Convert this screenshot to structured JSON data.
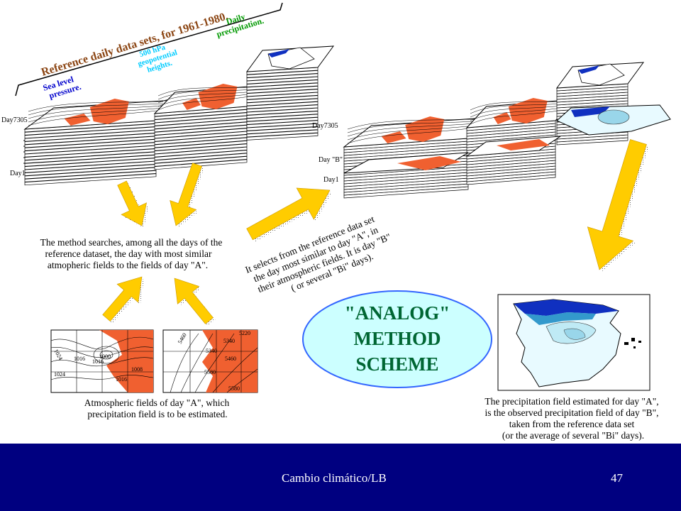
{
  "title_rotated": "Reference daily data sets, for 1961-1980.",
  "set_labels": {
    "slp": [
      "Sea level",
      "pressure."
    ],
    "z500": [
      "500 hPa",
      "geopotential",
      "heights."
    ],
    "precip": [
      "Daily",
      "precipitation."
    ]
  },
  "left_day_labels": {
    "top": "Day7305",
    "bottom": "Day1"
  },
  "right_day_labels": {
    "top": "Day7305",
    "b": "Day \"B\"",
    "bottom": "Day1"
  },
  "search_text": [
    "The method searches, among all the days of the",
    "reference dataset, the day with most similar",
    "atmopheric fields to the fields of day \"A\"."
  ],
  "select_text": [
    "It selects from the reference data set",
    "the day most similar to day \"A\", in",
    "their atmospheric fields. It is day \"B\"",
    "( or several \"Bi\" days)."
  ],
  "fields_caption": [
    "Atmospheric fields of day \"A\", which",
    "precipitation field is to be estimated."
  ],
  "ellipse_text": [
    "\"ANALOG\"",
    "METHOD",
    "SCHEME"
  ],
  "precip_caption": [
    "The precipitation field estimated for day \"A\",",
    "is the observed precipitation field of day \"B\",",
    "taken from the reference data set",
    "(or the average of several \"Bi\" days)."
  ],
  "map_labels": {
    "slp": [
      "1024",
      "1016",
      "1024",
      "1000",
      "1008",
      "1016",
      "1016"
    ],
    "z500": [
      "5460",
      "5340",
      "5220",
      "5340",
      "5460",
      "5580",
      "5580"
    ]
  },
  "footer": {
    "text": "Cambio climático/LB",
    "page": "47"
  },
  "colors": {
    "title": "#8B4513",
    "slp_label": "#0000CC",
    "z500_label": "#00CCFF",
    "precip_label": "#009900",
    "ellipse_fill": "#CCFFFF",
    "ellipse_stroke": "#3366FF",
    "ellipse_text": "#006633",
    "arrow": "#FFCC00",
    "land": "#F06030",
    "footer_bg": "#000080"
  }
}
